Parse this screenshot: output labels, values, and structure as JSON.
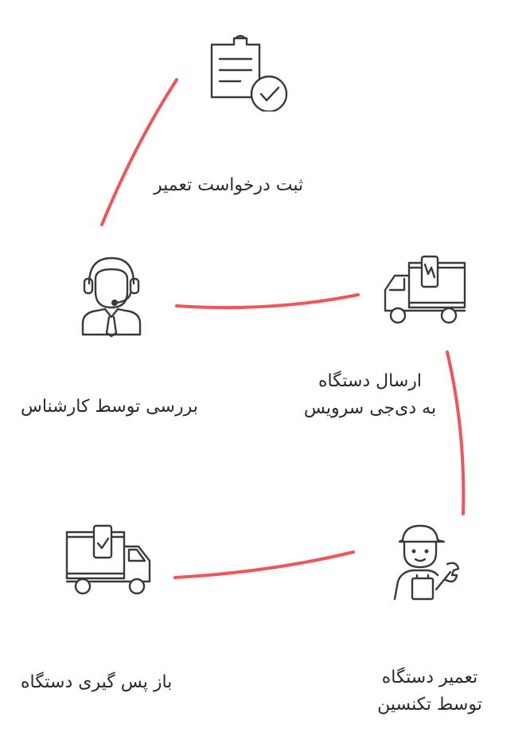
{
  "accent_color": "#f0555b",
  "steps": [
    {
      "icon": "clipboard-check-icon",
      "lines": [
        "ثبت درخواست تعمیر"
      ]
    },
    {
      "icon": "support-agent-icon",
      "lines": [
        "بررسی توسط کارشناس"
      ]
    },
    {
      "icon": "delivery-truck-icon",
      "lines": [
        "ارسال دستگاه",
        "به دی‌جی سرویس"
      ]
    },
    {
      "icon": "technician-repair-icon",
      "lines": [
        "تعمیر دستگاه",
        "توسط تکنسین"
      ]
    },
    {
      "icon": "return-truck-icon",
      "lines": [
        "باز پس گیری دستگاه"
      ]
    }
  ]
}
